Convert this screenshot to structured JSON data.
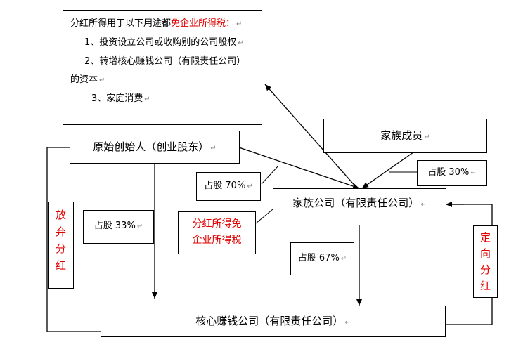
{
  "info_box": {
    "intro_prefix": "分红所得用于以下用途都",
    "intro_highlight": "免企业所得税：",
    "item1": "1、投资设立公司或收购别的公司股权",
    "item2_line1": "2、转增核心赚钱公司（有限责任公司）",
    "item2_line2": "的资本",
    "item3": "3、家庭消费"
  },
  "founder": {
    "label": "原始创始人（创业股东）"
  },
  "family_members": {
    "label": "家族成员"
  },
  "family_company": {
    "label": "家族公司（有限责任公司）"
  },
  "core_company": {
    "label": "核心赚钱公司（有限责任公司）"
  },
  "share_70": "占股 70%",
  "share_30": "占股 30%",
  "share_33": "占股 33%",
  "share_67": "占股 67%",
  "dividend_exempt": {
    "line1": "分红所得免",
    "line2": "企业所得税"
  },
  "give_up_dividend": [
    "放",
    "弃",
    "分",
    "红"
  ],
  "directed_dividend": [
    "定",
    "向",
    "分",
    "红"
  ],
  "paragraph_mark": "↵",
  "colors": {
    "highlight": "#e00000",
    "line": "#000000"
  }
}
